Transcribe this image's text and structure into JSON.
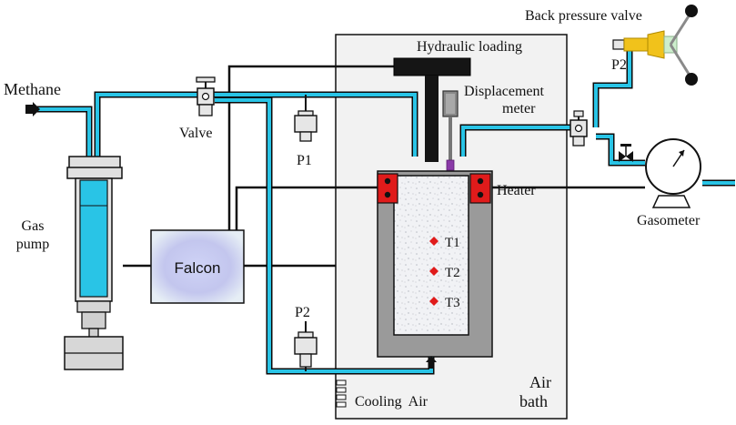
{
  "labels": {
    "methane": "Methane",
    "valve": "Valve",
    "gas_pump_line1": "Gas",
    "gas_pump_line2": "pump",
    "falcon": "Falcon",
    "p1": "P1",
    "p2_bottom": "P2",
    "hydraulic_loading": "Hydraulic loading",
    "displacement_line1": "Displacement",
    "displacement_line2": "meter",
    "heater": "Heater",
    "t1": "T1",
    "t2": "T2",
    "t3": "T3",
    "air_line1": "Air",
    "air_line2": "bath",
    "cooling_air": "Cooling  Air",
    "back_pressure_valve": "Back pressure valve",
    "p2_top": "P2",
    "gasometer": "Gasometer"
  },
  "colors": {
    "pipe": "#29c4e6",
    "pipe_outline": "#0a0a0a",
    "heater": "#e01b1b",
    "sample": "#eef0f4",
    "jacket": "#9a9a9a",
    "falcon_fill": "#c6c9ec",
    "valve_yellow": "#f1c21b",
    "probe_purple": "#8a3aa8"
  },
  "icons": [
    "valve-icon",
    "pressure-gauge-icon",
    "gasometer-icon",
    "arrow-icon"
  ]
}
